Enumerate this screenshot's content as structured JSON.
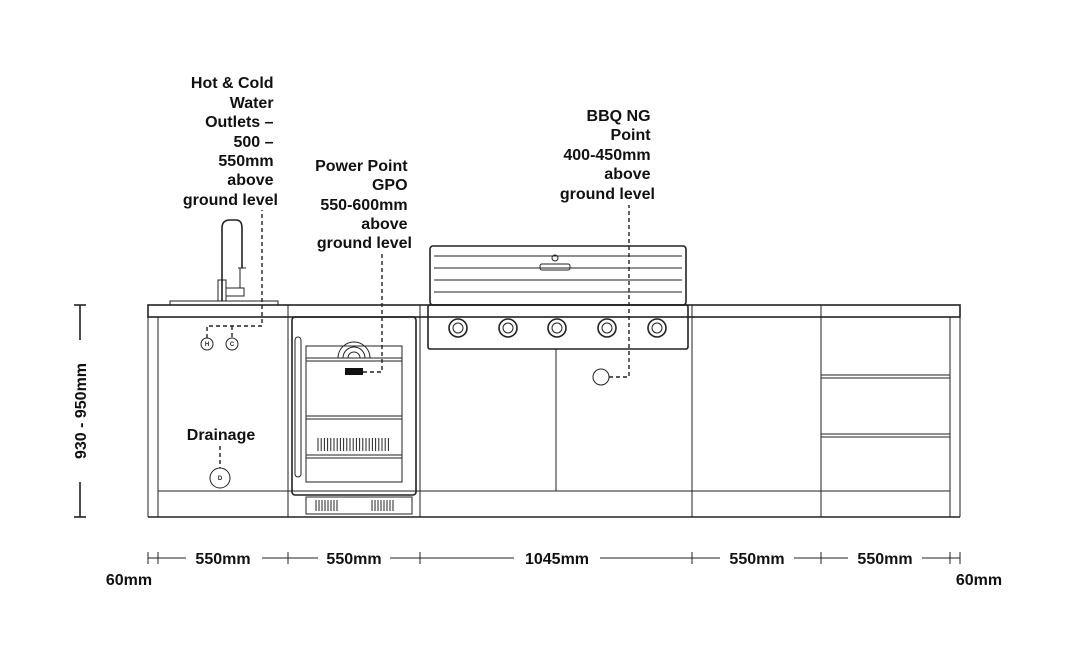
{
  "labels": {
    "water": [
      "Hot & Cold",
      "Water",
      "Outlets –",
      "500 –",
      "550mm",
      "above",
      "ground level"
    ],
    "power": [
      "Power Point",
      "GPO",
      "550-600mm",
      "above",
      "ground level"
    ],
    "bbq": [
      "BBQ NG",
      "Point",
      "400-450mm",
      "above",
      "ground level"
    ],
    "drainage": "Drainage",
    "height": "930 - 950mm",
    "outlet_hot": "H",
    "outlet_cold": "C",
    "drain_mark": "D"
  },
  "dimensions": {
    "left_end": "60mm",
    "right_end": "60mm",
    "modules": [
      "550mm",
      "550mm",
      "1045mm",
      "550mm",
      "550mm"
    ]
  }
}
